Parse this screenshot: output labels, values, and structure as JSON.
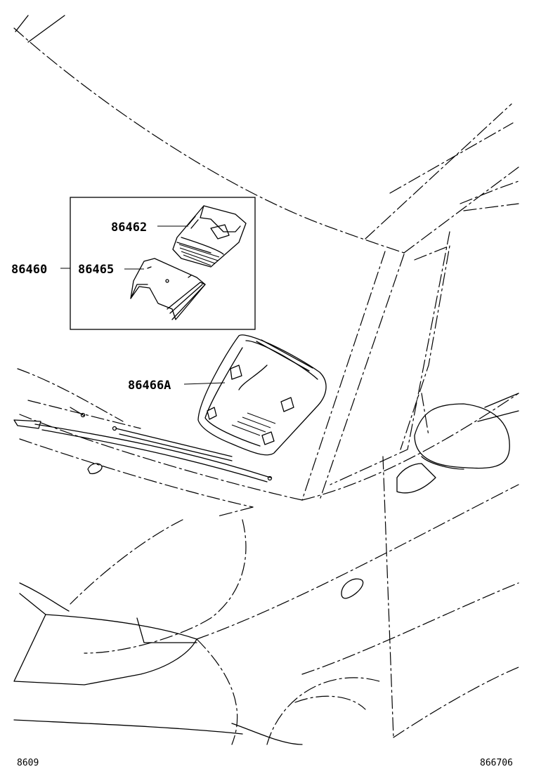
{
  "callouts": {
    "assembly": "86460",
    "lens": "86462",
    "bracket": "86465",
    "cover": "86466A"
  },
  "footer": {
    "left_code": "8609",
    "right_code": "866706"
  }
}
